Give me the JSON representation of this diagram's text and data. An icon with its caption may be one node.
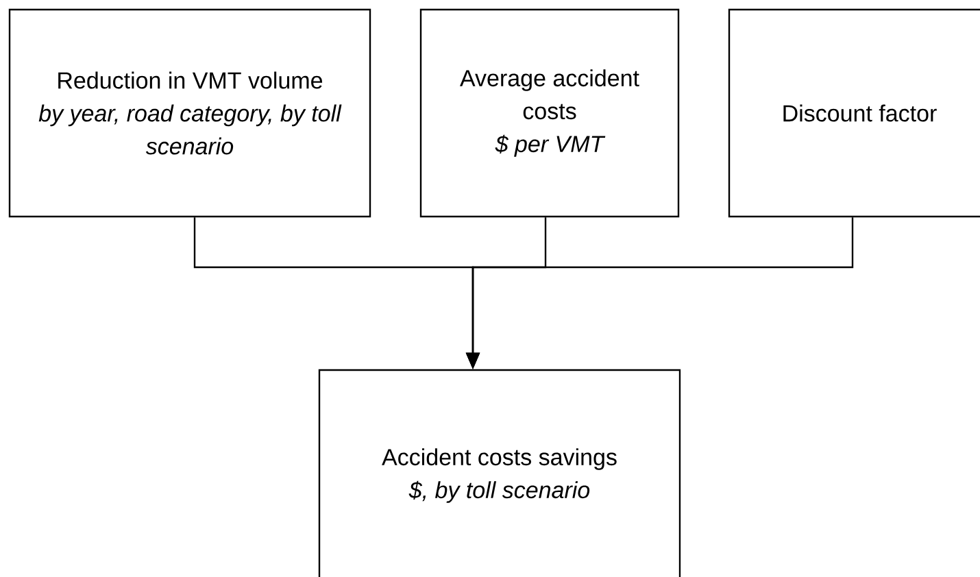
{
  "diagram": {
    "nodes": [
      {
        "text": [
          "Reduction in VMT volume",
          "by year, road category, by toll scenario"
        ]
      },
      {
        "text": [
          "Average accident costs",
          "$ per VMT"
        ]
      },
      {
        "text": [
          "Discount factor"
        ]
      },
      {
        "text": [
          "Accident costs savings",
          "$, by toll scenario"
        ]
      }
    ],
    "edges": [
      {
        "from": 0,
        "to": 3,
        "arrow": "to"
      },
      {
        "from": 1,
        "to": 3,
        "arrow": "to"
      },
      {
        "from": 2,
        "to": 3,
        "arrow": "to"
      }
    ]
  }
}
